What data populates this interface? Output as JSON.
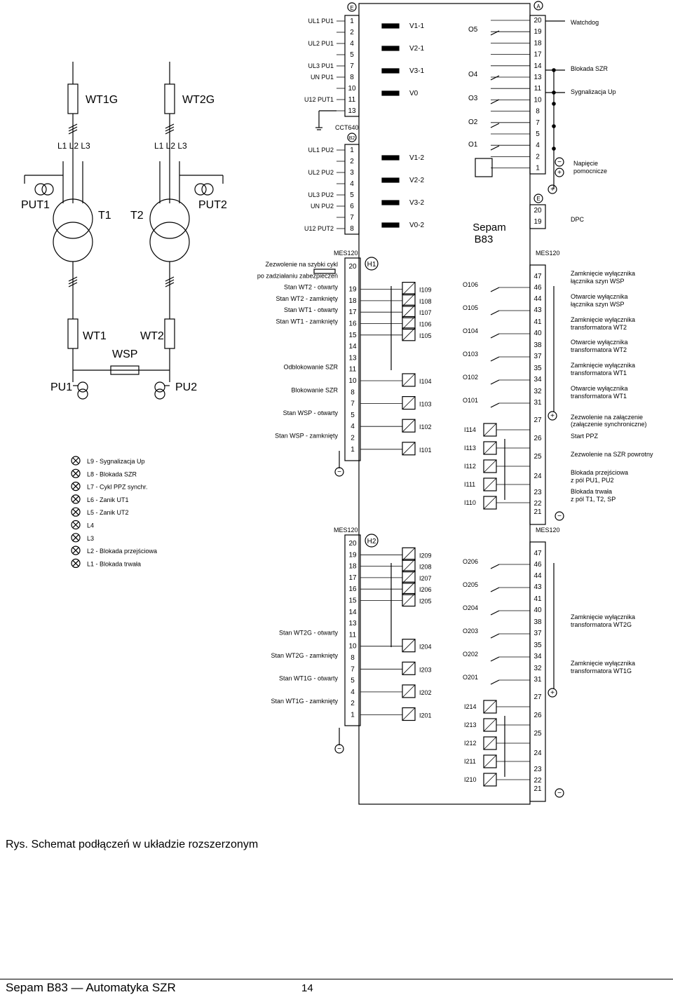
{
  "caption": "Rys. Schemat podłączeń w układzie rozszerzonym",
  "footer": {
    "title": "Sepam B83 — Automatyka SZR",
    "page": "14"
  },
  "device": {
    "name": "Sepam",
    "model": "B83",
    "module_h1": "H1",
    "module_h2": "H2",
    "mes120": "MES120",
    "cct640": "CCT640",
    "connector_b2": "B2",
    "connector_e": "E",
    "connector_a": "A"
  },
  "oneline": {
    "wt1g": "WT1G",
    "wt2g": "WT2G",
    "phases": "L1 L2 L3",
    "put1": "PUT1",
    "put2": "PUT2",
    "t1": "T1",
    "t2": "T2",
    "wt1": "WT1",
    "wt2": "WT2",
    "wsp": "WSP",
    "pu1": "PU1",
    "pu2": "PU2"
  },
  "lamps": [
    "L9 - Sygnalizacja Up",
    "L8 - Blokada SZR",
    "L7 - Cykl PPZ synchr.",
    "L6 - Zanik UT1",
    "L5 - Zanik UT2",
    "L4",
    "L3",
    "L2 - Blokada przejściowa",
    "L1 - Blokada trwała"
  ],
  "top_left": [
    {
      "label": "UL1 PU1",
      "pin": "1",
      "v": "V1-1"
    },
    {
      "label": "",
      "pin": "2",
      "v": ""
    },
    {
      "label": "UL2 PU1",
      "pin": "4",
      "v": "V2-1"
    },
    {
      "label": "",
      "pin": "5",
      "v": ""
    },
    {
      "label": "UL3 PU1",
      "pin": "7",
      "v": "V3-1"
    },
    {
      "label": "UN PU1",
      "pin": "8",
      "v": ""
    },
    {
      "label": "",
      "pin": "10",
      "v": "V0"
    },
    {
      "label": "U12 PUT1",
      "pin": "11",
      "v": ""
    },
    {
      "label": "",
      "pin": "13",
      "v": ""
    }
  ],
  "top_left2": [
    {
      "label": "UL1 PU2",
      "pin": "1",
      "v": "V1-2"
    },
    {
      "label": "",
      "pin": "2",
      "v": ""
    },
    {
      "label": "UL2 PU2",
      "pin": "3",
      "v": "V2-2"
    },
    {
      "label": "",
      "pin": "4",
      "v": ""
    },
    {
      "label": "UL3 PU2",
      "pin": "5",
      "v": "V3-2"
    },
    {
      "label": "UN PU2",
      "pin": "6",
      "v": ""
    },
    {
      "label": "",
      "pin": "7",
      "v": "V0-2"
    },
    {
      "label": "U12 PUT2",
      "pin": "8",
      "v": ""
    }
  ],
  "top_right": {
    "pins": [
      "20",
      "19",
      "18",
      "17",
      "14",
      "13",
      "11",
      "10",
      "8",
      "7",
      "5",
      "4",
      "2",
      "1"
    ],
    "outputs": [
      "O5",
      "O4",
      "O3",
      "O2",
      "O1"
    ],
    "watchdog": "Watchdog",
    "blokada": "Blokada SZR",
    "sygnalizacja": "Sygnalizacja Up",
    "aux1": "Napięcie",
    "aux2": "pomocnicze",
    "dpc_pins": [
      "20",
      "19"
    ],
    "dpc": "DPC"
  },
  "h1_left": [
    {
      "label": "Zezwolenie na szybki cykl",
      "pin": "20"
    },
    {
      "label": "po zadziałaniu zabezpieczeń",
      "pin": ""
    },
    {
      "label": "Stan WT2 - otwarty",
      "pin": "19",
      "in": "I109"
    },
    {
      "label": "Stan WT2 - zamknięty",
      "pin": "18",
      "in": "I108"
    },
    {
      "label": "Stan WT1 - otwarty",
      "pin": "17",
      "in": "I107"
    },
    {
      "label": "Stan WT1 - zamknięty",
      "pin": "16",
      "in": "I106"
    },
    {
      "label": "",
      "pin": "15",
      "in": "I105"
    },
    {
      "label": "",
      "pin": "14",
      "in": ""
    },
    {
      "label": "",
      "pin": "13",
      "in": ""
    },
    {
      "label": "Odblokowanie SZR",
      "pin": "11",
      "in": ""
    },
    {
      "label": "",
      "pin": "10",
      "in": "I104"
    },
    {
      "label": "Blokowanie SZR",
      "pin": "8",
      "in": ""
    },
    {
      "label": "",
      "pin": "7",
      "in": "I103"
    },
    {
      "label": "Stan WSP - otwarty",
      "pin": "5",
      "in": ""
    },
    {
      "label": "",
      "pin": "4",
      "in": "I102"
    },
    {
      "label": "Stan WSP - zamknięty",
      "pin": "2",
      "in": ""
    },
    {
      "label": "",
      "pin": "1",
      "in": "I101"
    }
  ],
  "h1_right_pins": [
    "47",
    "46",
    "44",
    "43",
    "41",
    "40",
    "38",
    "37",
    "35",
    "34",
    "32",
    "31",
    "27",
    "26",
    "25",
    "24",
    "23",
    "22",
    "21"
  ],
  "h1_outputs": [
    "O106",
    "O105",
    "O104",
    "O103",
    "O102",
    "O101"
  ],
  "h1_inputs_r": [
    "I114",
    "I113",
    "I112",
    "I111",
    "I110"
  ],
  "h1_right_labels": [
    "Zamknięcie wyłącznika",
    "łącznika szyn WSP",
    "Otwarcie wyłącznika",
    "łącznika szyn WSP",
    "Zamknięcie wyłącznika",
    "transformatora WT2",
    "Otwarcie wyłącznika",
    "transformatora WT2",
    "Zamknięcie wyłącznika",
    "transformatora WT1",
    "Otwarcie wyłącznika",
    "transformatora WT1",
    "Zezwolenie na załączenie",
    "(załączenie synchroniczne)",
    "Start PPZ",
    "Zezwolenie na SZR powrotny",
    "Blokada przejściowa",
    "z pól PU1, PU2",
    "Blokada trwała",
    "z pól T1, T2, SP"
  ],
  "h2_left": [
    {
      "label": "",
      "pin": "20",
      "in": ""
    },
    {
      "label": "",
      "pin": "19",
      "in": "I209"
    },
    {
      "label": "",
      "pin": "18",
      "in": "I208"
    },
    {
      "label": "",
      "pin": "17",
      "in": "I207"
    },
    {
      "label": "",
      "pin": "16",
      "in": "I206"
    },
    {
      "label": "",
      "pin": "15",
      "in": "I205"
    },
    {
      "label": "",
      "pin": "14",
      "in": ""
    },
    {
      "label": "",
      "pin": "13",
      "in": ""
    },
    {
      "label": "Stan WT2G - otwarty",
      "pin": "11",
      "in": ""
    },
    {
      "label": "",
      "pin": "10",
      "in": "I204"
    },
    {
      "label": "Stan WT2G - zamknięty",
      "pin": "8",
      "in": ""
    },
    {
      "label": "",
      "pin": "7",
      "in": "I203"
    },
    {
      "label": "Stan WT1G - otwarty",
      "pin": "5",
      "in": ""
    },
    {
      "label": "",
      "pin": "4",
      "in": "I202"
    },
    {
      "label": "Stan WT1G - zamknięty",
      "pin": "2",
      "in": ""
    },
    {
      "label": "",
      "pin": "1",
      "in": "I201"
    }
  ],
  "h2_outputs": [
    "O206",
    "O205",
    "O204",
    "O203",
    "O202",
    "O201"
  ],
  "h2_inputs_r": [
    "I214",
    "I213",
    "I212",
    "I211",
    "I210"
  ],
  "h2_right_labels": [
    "Zamknięcie wyłącznika",
    "transformatora WT2G",
    "Zamknięcie wyłącznika",
    "transformatora WT1G"
  ]
}
